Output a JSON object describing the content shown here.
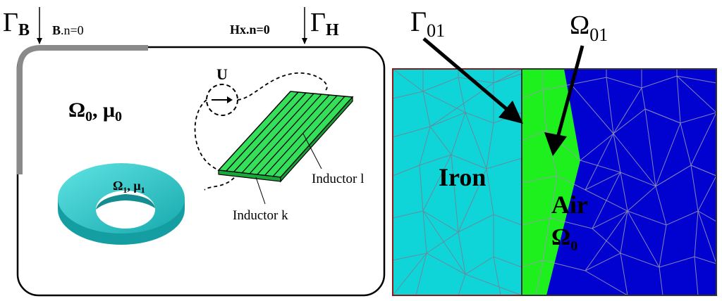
{
  "left_panel": {
    "gamma_b": {
      "symbol": "Γ",
      "subscript": "B"
    },
    "b_condition": {
      "lhs": "B",
      "rhs": ".n=0"
    },
    "h_condition": {
      "lhs": "Hx",
      "rhs": ".n=0"
    },
    "gamma_h": {
      "symbol": "Γ",
      "subscript": "H"
    },
    "omega0": {
      "omega": "Ω",
      "omega_sub": "0",
      "sep": ", ",
      "mu": "μ",
      "mu_sub": "0"
    },
    "omega1": {
      "omega": "Ω",
      "omega_sub": "1",
      "sep": ", ",
      "mu": "μ",
      "mu_sub": "1"
    },
    "voltage_label": "U",
    "inductor_k": "Inductor k",
    "inductor_l": "Inductor l"
  },
  "right_panel": {
    "gamma01": {
      "symbol": "Γ",
      "subscript": "01"
    },
    "omega01": {
      "symbol": "Ω",
      "subscript": "01"
    },
    "iron_label": "Iron",
    "air_label": "Air",
    "omega0": {
      "symbol": "Ω",
      "subscript": "0"
    }
  },
  "colors": {
    "iron": "#10d5d8",
    "transition": "#1ef01e",
    "air": "#0202d0",
    "ring": "#22c6c6",
    "inductor": "#33dd55",
    "boundary_gray": "#8a8a8a",
    "frame": "#8b1a1a"
  }
}
